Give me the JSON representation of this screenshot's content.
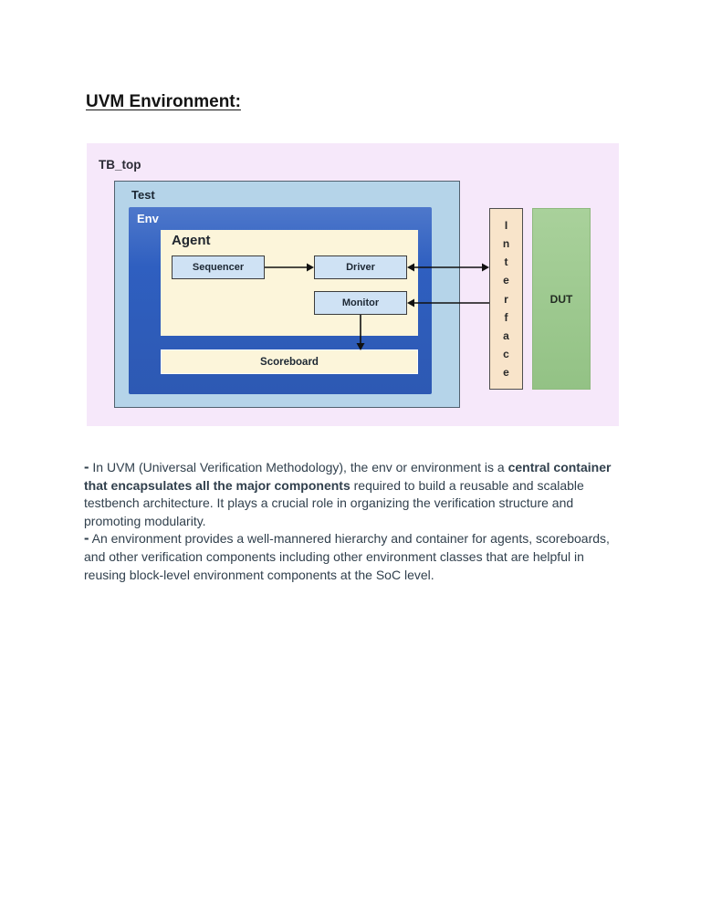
{
  "document": {
    "title": "UVM Environment:"
  },
  "diagram": {
    "tb_top_label": "TB_top",
    "test_label": "Test",
    "env_label": "Env",
    "agent_label": "Agent",
    "sequencer_label": "Sequencer",
    "driver_label": "Driver",
    "monitor_label": "Monitor",
    "scoreboard_label": "Scoreboard",
    "interface_label": "Interface",
    "interface_letters": [
      "I",
      "n",
      "t",
      "e",
      "r",
      "f",
      "a",
      "c",
      "e"
    ],
    "dut_label": "DUT",
    "colors": {
      "container_bg": "#f6e8fa",
      "test_bg": "#b5d4e9",
      "env_bg": "#2f5fc0",
      "agent_bg": "#fcf5da",
      "component_bg": "#cfe2f4",
      "scoreboard_bg": "#fcf5da",
      "interface_bg": "#f8e4ca",
      "dut_bg": "#9fcb90",
      "arrow": "#111111"
    }
  },
  "paragraphs": [
    {
      "bullet": "-",
      "pre": " In UVM (Universal Verification Methodology), the env or environment is a ",
      "bold": "central container that encapsulates all the major components",
      "post": " required to build a reusable and scalable testbench architecture. It plays a crucial role in organizing the verification structure and promoting modularity."
    },
    {
      "bullet": "-",
      "pre": " An environment provides a well-mannered hierarchy and container for agents, scoreboards, and other verification components including other environment classes that are helpful in reusing block-level environment components at the SoC level.",
      "bold": "",
      "post": ""
    }
  ]
}
